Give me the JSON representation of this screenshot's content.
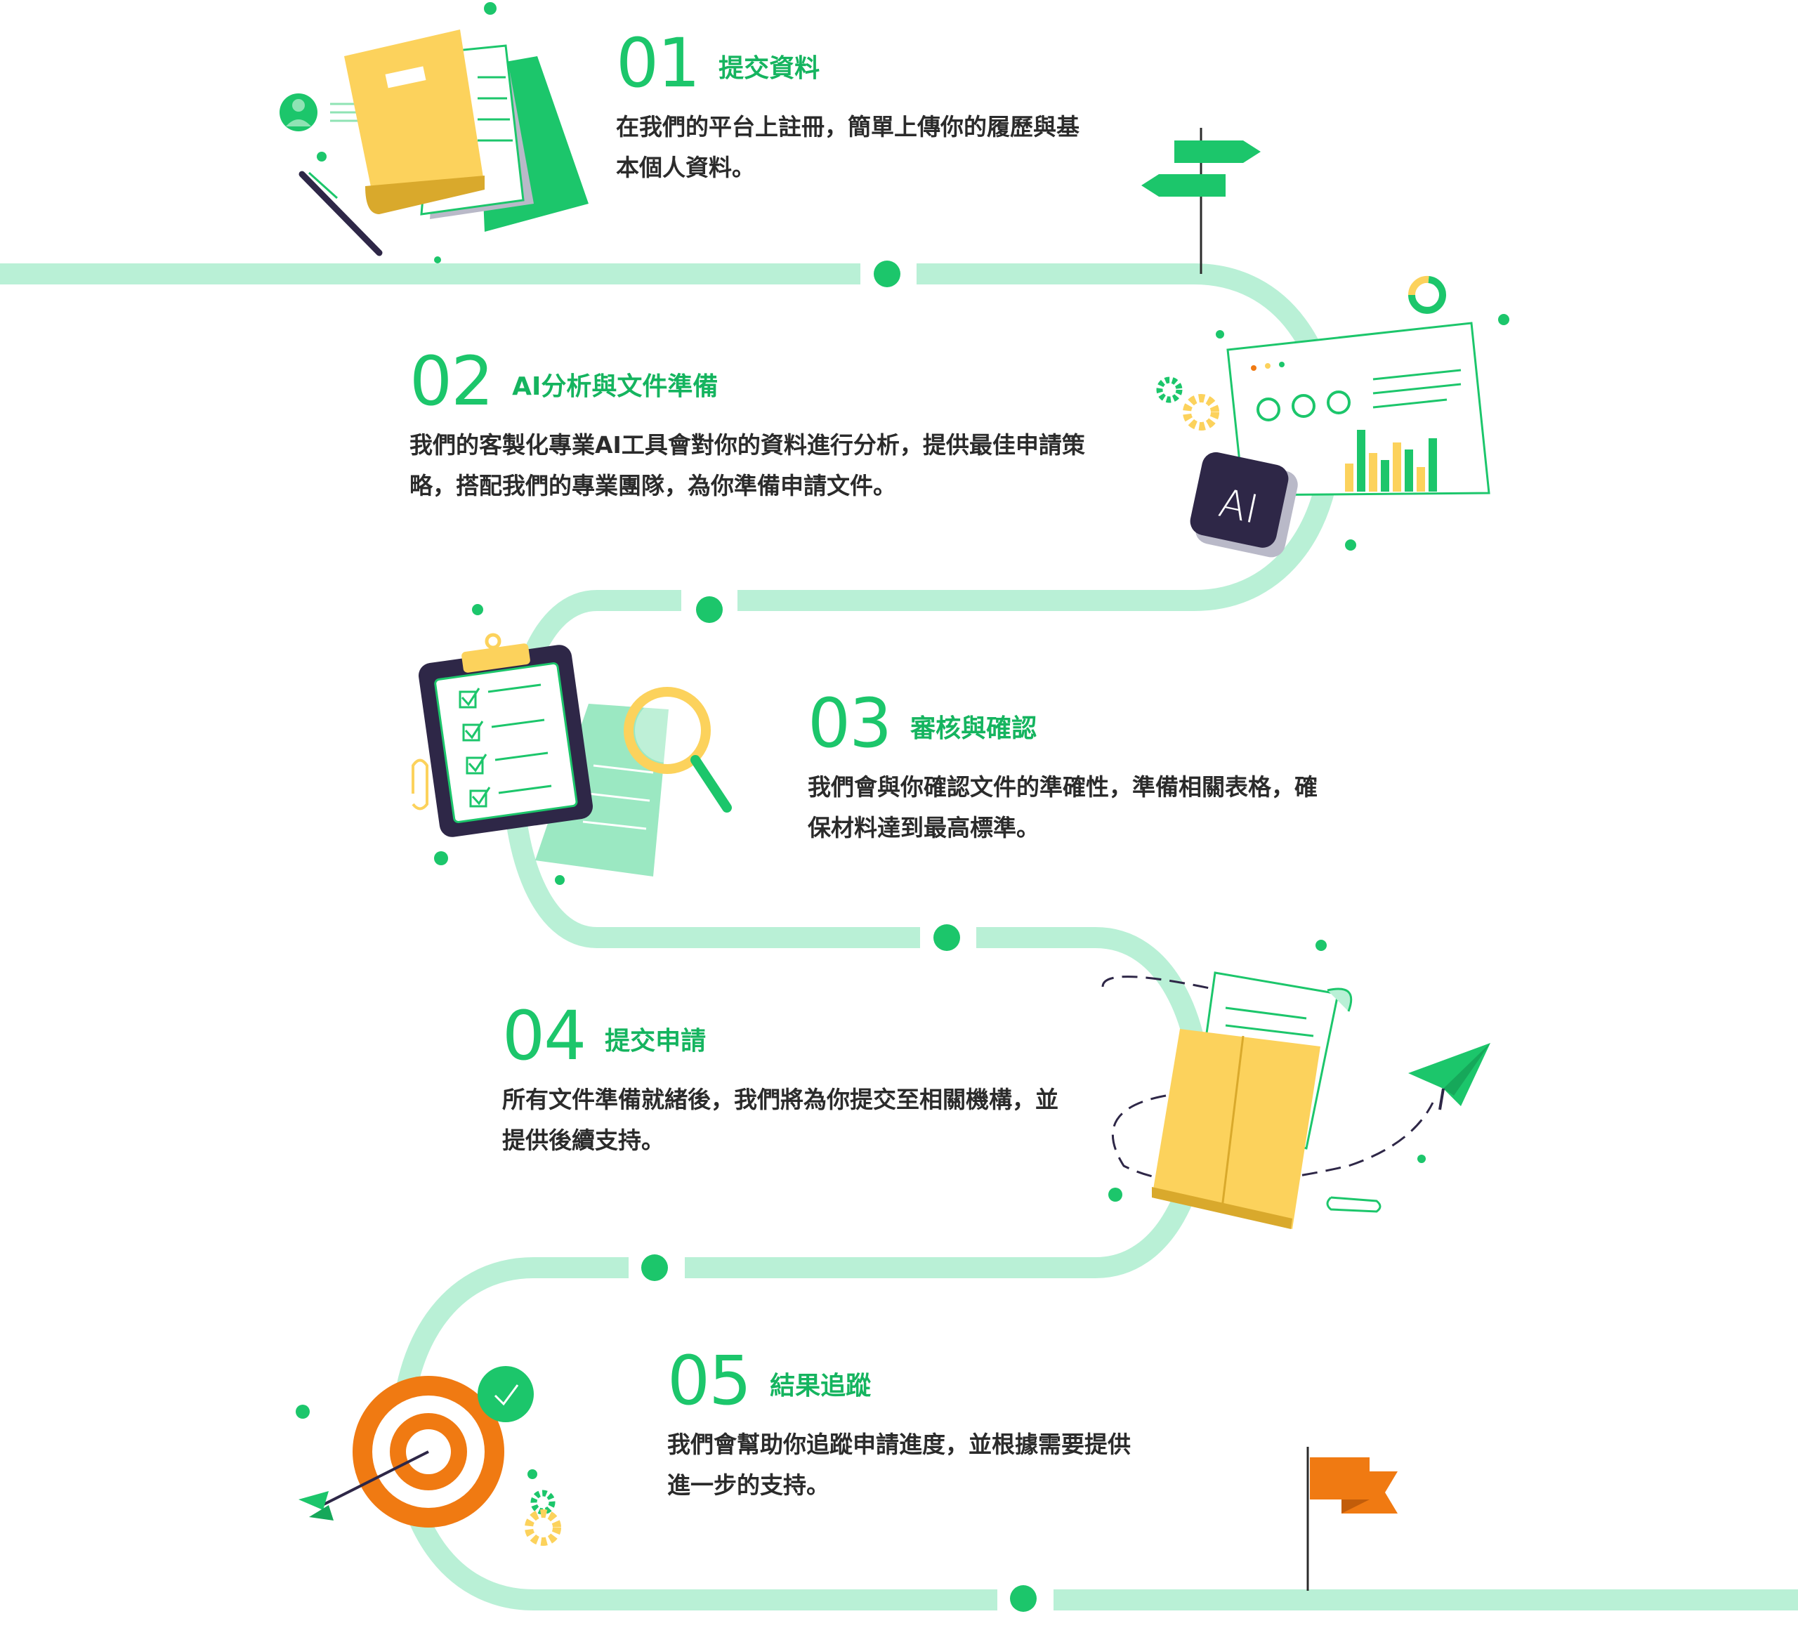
{
  "steps": [
    {
      "num": "01",
      "title": "提交資料",
      "desc_lines": [
        "在我們的平台上註冊，簡單上傳你的履歷與基",
        "本個人資料。"
      ]
    },
    {
      "num": "02",
      "title": "AI分析與文件準備",
      "desc_lines": [
        "我們的客製化專業AI工具會對你的資料進行分析，提供最佳申請策",
        "略，搭配我們的專業團隊，為你準備申請文件。"
      ]
    },
    {
      "num": "03",
      "title": "審核與確認",
      "desc_lines": [
        "我們會與你確認文件的準確性，準備相關表格，確",
        "保材料達到最高標準。"
      ]
    },
    {
      "num": "04",
      "title": "提交申請",
      "desc_lines": [
        "所有文件準備就緒後，我們將為你提交至相關機構，並",
        "提供後續支持。"
      ]
    },
    {
      "num": "05",
      "title": "結果追蹤",
      "desc_lines": [
        "我們會幫助你追蹤申請進度，並根據需要提供",
        "進一步的支持。"
      ]
    }
  ],
  "ai_badge": "AI",
  "colors": {
    "path": "#b9f0d6",
    "green": "#1cc66b",
    "dark_green": "#16a85a",
    "yellow": "#fcd25c",
    "dark_yellow": "#d9a92c",
    "navy": "#2e2747",
    "orange": "#f07a12",
    "text": "#2b2b2b"
  },
  "icons": [
    "folder-documents-icon",
    "signpost-icon",
    "ai-dashboard-icon",
    "gear-icon",
    "clipboard-checklist-icon",
    "magnifier-icon",
    "paperclip-icon",
    "envelope-document-icon",
    "paper-plane-icon",
    "target-icon",
    "checkmark-badge-icon",
    "flag-icon"
  ]
}
